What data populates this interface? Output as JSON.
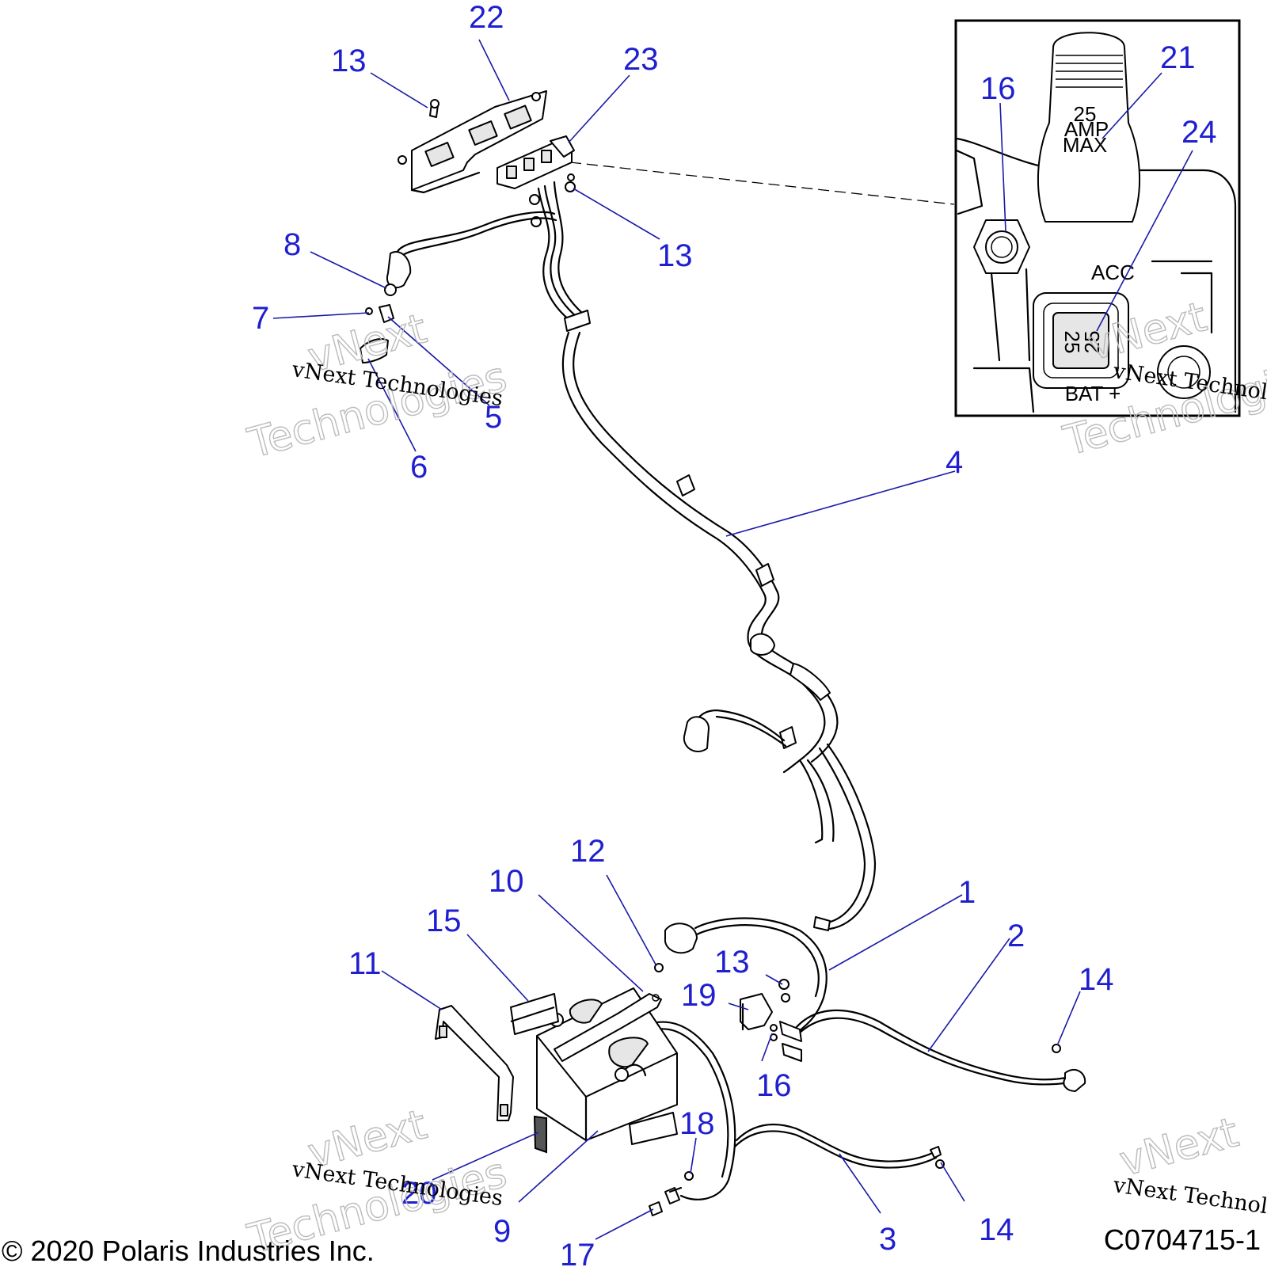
{
  "callouts": {
    "c1": "1",
    "c2": "2",
    "c3": "3",
    "c4": "4",
    "c5": "5",
    "c6": "6",
    "c7": "7",
    "c8": "8",
    "c9": "9",
    "c10": "10",
    "c11": "11",
    "c12": "12",
    "c13a": "13",
    "c13b": "13",
    "c13c": "13",
    "c14a": "14",
    "c14b": "14",
    "c15": "15",
    "c16a": "16",
    "c16b": "16",
    "c17": "17",
    "c18": "18",
    "c19": "19",
    "c20": "20",
    "c21": "21",
    "c22": "22",
    "c23": "23",
    "c24": "24"
  },
  "inset": {
    "amp_line1": "25",
    "amp_line2": "AMP",
    "amp_line3": "MAX",
    "acc_label": "ACC",
    "fuse_value_a": "25",
    "fuse_value_b": "25",
    "bat_label": "BAT +"
  },
  "watermark": {
    "line1": "vNext Technologies",
    "brand_a": "vNext",
    "brand_b": "Technologies"
  },
  "footer": {
    "copyright": "© 2020 Polaris Industries Inc.",
    "drawing_id": "C0704715-1"
  },
  "colors": {
    "callout": "#1f1fd0",
    "line": "#000000"
  }
}
